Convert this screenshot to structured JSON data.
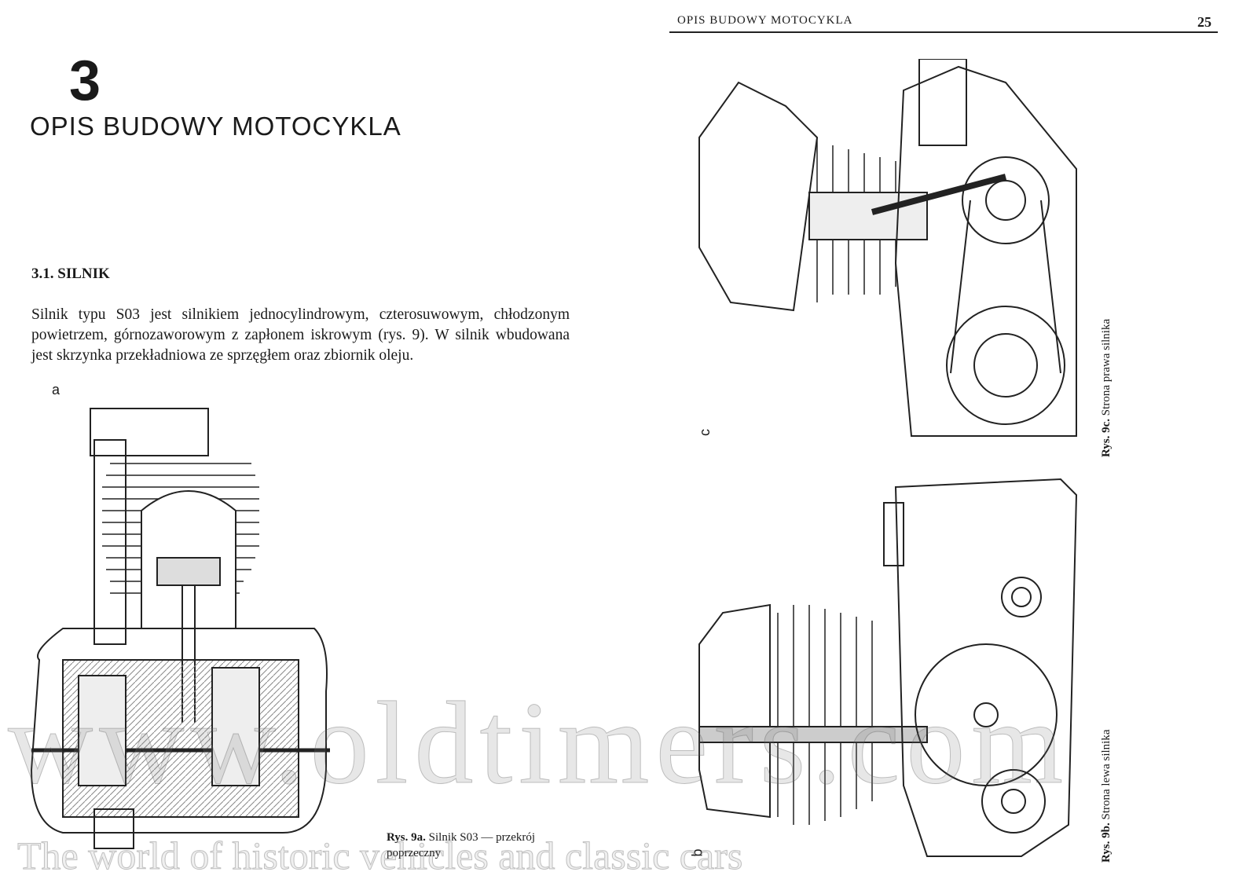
{
  "left_page": {
    "chapter_number": "3",
    "chapter_title": "OPIS BUDOWY MOTOCYKLA",
    "section_heading": "3.1. SILNIK",
    "paragraph": "Silnik typu S03 jest silnikiem jednocylindrowym, czterosuwowym, chłodzonym powietrzem, górnozaworowym z zapłonem iskrowym (rys. 9). W silnik wbudowana jest skrzynka przekładniowa ze sprzęgłem oraz zbiornik oleju.",
    "figure_a_label": "a",
    "figure_a_caption_bold": "Rys. 9a.",
    "figure_a_caption": " Silnik S03 — przekrój poprzeczny"
  },
  "right_page": {
    "running_head": "OPIS BUDOWY MOTOCYKLA",
    "page_number": "25",
    "figure_c_label": "c",
    "figure_c_caption_bold": "Rys. 9c.",
    "figure_c_caption": " Strona prawa silnika",
    "figure_b_label": "b",
    "figure_b_caption_bold": "Rys. 9b.",
    "figure_b_caption": " Strona lewa silnika"
  },
  "watermark": {
    "main": "www.oldtimers.com",
    "tagline": "The world of historic vehicles and classic cars"
  }
}
